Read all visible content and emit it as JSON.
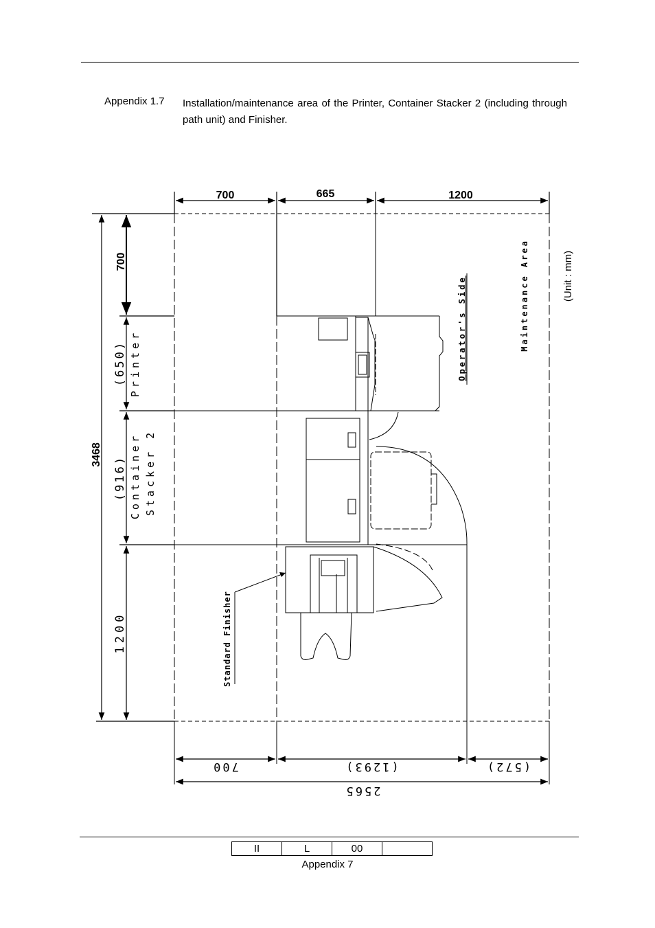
{
  "caption": {
    "label": "Appendix 1.7",
    "text": "Installation/maintenance area of the Printer, Container Stacker 2 (including through path unit) and Finisher."
  },
  "drawing": {
    "top_dims": [
      "700",
      "665",
      "1200"
    ],
    "left_dims": {
      "upper": "700",
      "printer": "(650)",
      "stacker": "(916)",
      "finisher": "1200",
      "total": "3468"
    },
    "bottom_dims": [
      "700",
      "(1293)",
      "(572)"
    ],
    "bottom_total": "2565",
    "labels": {
      "printer": "Printer",
      "stacker_line1": "Container",
      "stacker_line2": "Stacker 2",
      "finisher": "Standard Finisher",
      "operator": "Operator's Side",
      "maintenance": "Maintenance Area",
      "unit": "(Unit : mm)"
    }
  },
  "footer": {
    "cells": [
      "II",
      "L",
      "00",
      ""
    ],
    "page_label": "Appendix 7"
  }
}
